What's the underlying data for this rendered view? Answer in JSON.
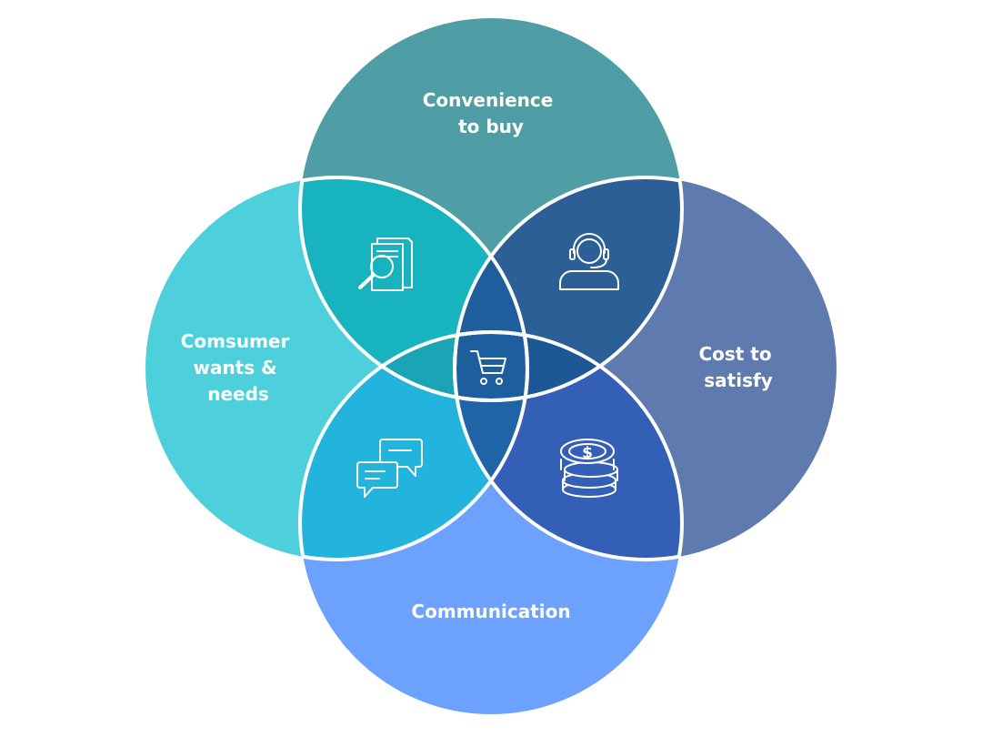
{
  "circles": {
    "top": {
      "lines": [
        "Convenience",
        "to buy"
      ],
      "color": "#4F9EA5"
    },
    "left": {
      "lines": [
        "Comsumer",
        "wants &",
        "needs"
      ],
      "color": "#4DD0DC"
    },
    "right": {
      "lines": [
        "Cost to",
        "satisfy"
      ],
      "color": "#5E7AAE"
    },
    "bottom": {
      "lines": [
        "Communication"
      ],
      "color": "#6DA1FE"
    }
  },
  "overlaps": {
    "top_left": {
      "icon": "document-search-icon",
      "color": "#17B3BE"
    },
    "top_right": {
      "icon": "customer-support-headset-icon",
      "color": "#2B5F95"
    },
    "bottom_left": {
      "icon": "chat-bubbles-icon",
      "color": "#22B4DC"
    },
    "bottom_right": {
      "icon": "coins-stack-icon",
      "color": "#335FB6"
    },
    "center": {
      "icon": "shopping-cart-icon",
      "color": "#1C64A0"
    }
  },
  "colors": {
    "outline": "#FFFFFF",
    "triple_top_left": "#1AA4B5",
    "triple_top_right": "#1E5795",
    "triple_bottom_left": "#1E6AA8",
    "triple_bottom_right": "#1E64A6"
  }
}
